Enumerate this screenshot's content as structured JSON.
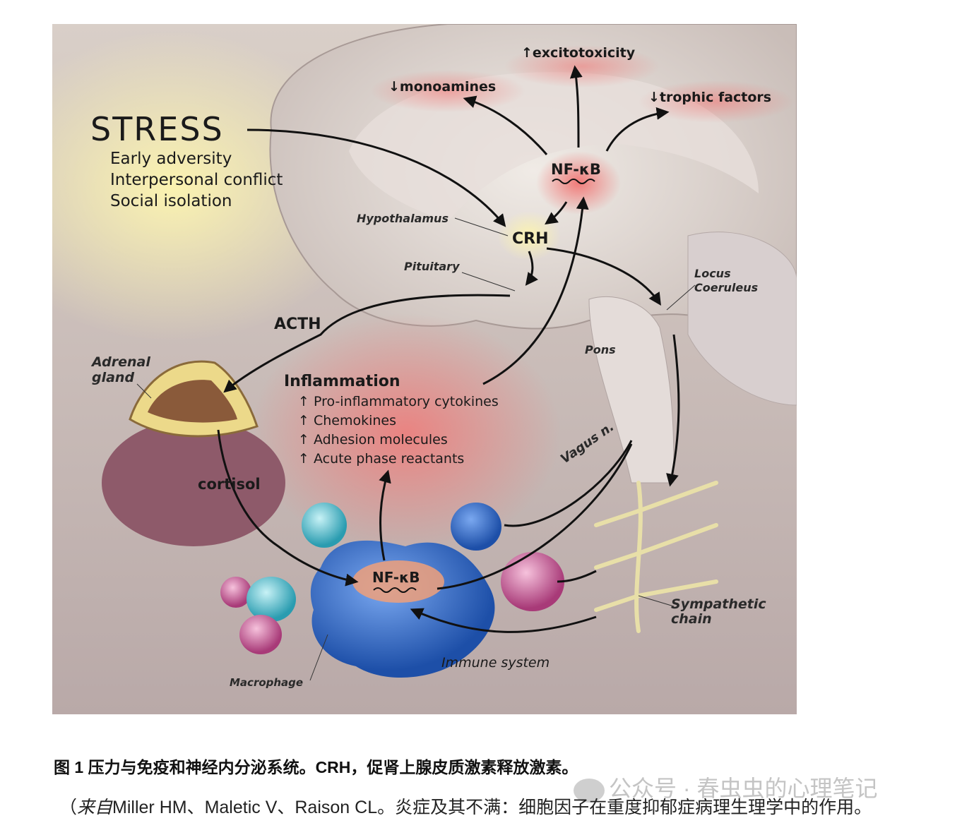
{
  "figure": {
    "labels": {
      "excitotoxicity": "↑excitotoxicity",
      "monoamines": "↓monoamines",
      "trophic_factors": "↓trophic factors",
      "stress": "STRESS",
      "stress_causes": [
        "Early adversity",
        "Interpersonal conflict",
        "Social isolation"
      ],
      "nfkb_brain": "NF-κB",
      "hypothalamus": "Hypothalamus",
      "crh": "CRH",
      "pituitary": "Pituitary",
      "locus_coeruleus": [
        "Locus",
        "Coeruleus"
      ],
      "acth": "ACTH",
      "pons": "Pons",
      "adrenal_gland": [
        "Adrenal",
        "gland"
      ],
      "inflammation": "Inflammation",
      "inflammation_items": [
        "↑ Pro-inflammatory cytokines",
        "↑ Chemokines",
        "↑ Adhesion molecules",
        "↑ Acute phase reactants"
      ],
      "vagus": "Vagus n.",
      "cortisol": "cortisol",
      "nfkb_immune": "NF-κB",
      "sympathetic_chain": [
        "Sympathetic",
        "chain"
      ],
      "immune_system": "Immune system",
      "macrophage": "Macrophage"
    }
  },
  "caption": {
    "title": "图 1 压力与免疫和神经内分泌系统。CRH，促肾上腺皮质激素释放激素。",
    "source_prefix": "（",
    "source_italic": "来自",
    "source_text": "Miller HM、Maletic V、Raison CL。炎症及其不满：细胞因子在重度抑郁症病理生理学中的作用。",
    "watermark": "公众号 · 春虫虫的心理笔记"
  }
}
